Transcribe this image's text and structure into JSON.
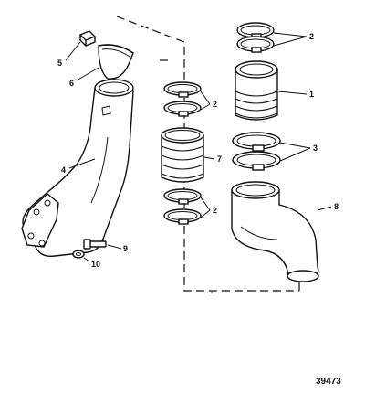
{
  "callouts": {
    "c1": "1",
    "c2a": "2",
    "c2b": "2",
    "c2c": "2",
    "c3": "3",
    "c4": "4",
    "c5": "5",
    "c6": "6",
    "c7": "7",
    "c8": "8",
    "c9": "9",
    "c10": "10"
  },
  "figure_id": "39473",
  "colors": {
    "ink": "#111111",
    "background": "#ffffff"
  }
}
